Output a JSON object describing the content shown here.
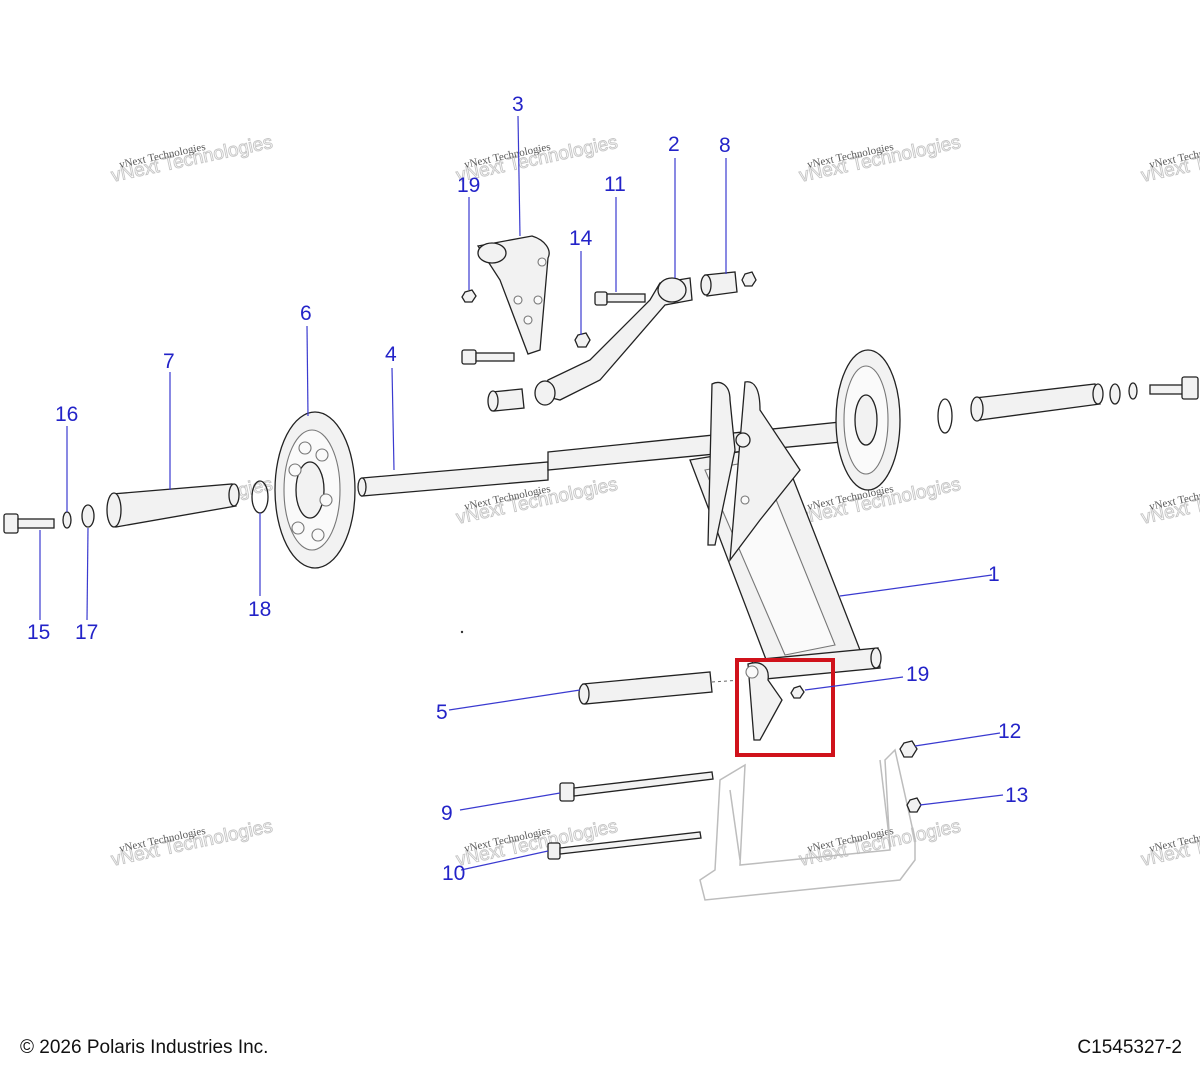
{
  "callouts": [
    {
      "id": "c1",
      "label": "1"
    },
    {
      "id": "c2",
      "label": "2"
    },
    {
      "id": "c3",
      "label": "3"
    },
    {
      "id": "c4",
      "label": "4"
    },
    {
      "id": "c5",
      "label": "5"
    },
    {
      "id": "c6",
      "label": "6"
    },
    {
      "id": "c7",
      "label": "7"
    },
    {
      "id": "c8",
      "label": "8"
    },
    {
      "id": "c9",
      "label": "9"
    },
    {
      "id": "c10",
      "label": "10"
    },
    {
      "id": "c11",
      "label": "11"
    },
    {
      "id": "c12",
      "label": "12"
    },
    {
      "id": "c13",
      "label": "13"
    },
    {
      "id": "c14",
      "label": "14"
    },
    {
      "id": "c15",
      "label": "15"
    },
    {
      "id": "c16",
      "label": "16"
    },
    {
      "id": "c17",
      "label": "17"
    },
    {
      "id": "c18",
      "label": "18"
    },
    {
      "id": "c19a",
      "label": "19"
    },
    {
      "id": "c19b",
      "label": "19"
    }
  ],
  "watermark": {
    "line1": "vNext Technologies",
    "line2": "vNext Technologies"
  },
  "highlight": {
    "part": "19",
    "color": "#d0121b"
  },
  "colors": {
    "callout": "#2323c8",
    "highlight": "#d0121b"
  },
  "footer": {
    "copyright": "© 2026 Polaris Industries Inc.",
    "figure_id": "C1545327-2"
  }
}
